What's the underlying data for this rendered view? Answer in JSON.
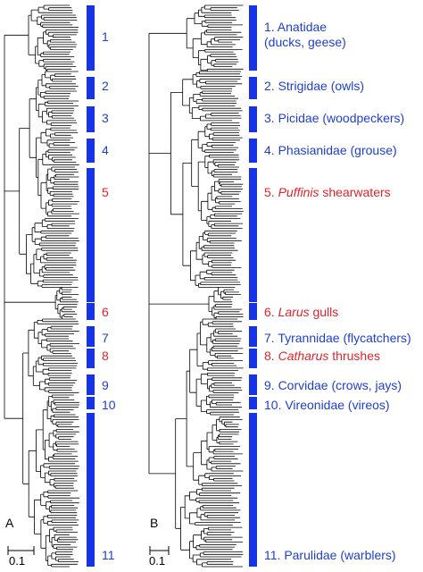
{
  "colors": {
    "bar": "#1633e6",
    "label_blue": "#1f3fd0",
    "label_red": "#e0242a",
    "tree": "#000000"
  },
  "panels": [
    {
      "id": "A",
      "panel_label": "A",
      "scale_label": "0.1",
      "clade_labels": [
        "1",
        "2",
        "3",
        "4",
        "5",
        "6",
        "7",
        "8",
        "9",
        "10",
        "11"
      ]
    },
    {
      "id": "B",
      "panel_label": "B",
      "scale_label": "0.1",
      "clade_labels": [
        {
          "pre": "1. Anatidae",
          "line2": "(ducks, geese)"
        },
        {
          "pre": "2. Strigidae (owls)"
        },
        {
          "pre": "3. Picidae (woodpeckers)"
        },
        {
          "pre": "4. Phasianidae (grouse)"
        },
        {
          "pre": "5. ",
          "italic": "Puffinis",
          "post": " shearwaters"
        },
        {
          "pre": "6. ",
          "italic": "Larus",
          "post": " gulls"
        },
        {
          "pre": "7. Tyrannidae (flycatchers)"
        },
        {
          "pre": "8. ",
          "italic": "Catharus",
          "post": " thrushes"
        },
        {
          "pre": "9. Corvidae (crows, jays)"
        },
        {
          "pre": "10. Vireonidae (vireos)"
        },
        {
          "pre": "11. Parulidae (warblers)"
        }
      ]
    }
  ]
}
